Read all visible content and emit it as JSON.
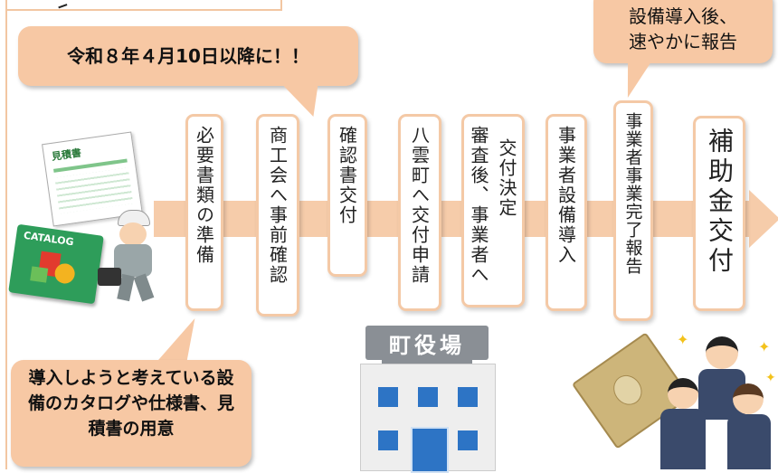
{
  "top_callout": {
    "text": "令和８年４月10日以降に！！"
  },
  "report_callout": {
    "line1": "設備導入後、",
    "line2": "速やかに報告"
  },
  "bottom_callout": {
    "text": "導入しようと考えている設備のカタログや仕様書、見積書の用意"
  },
  "steps": [
    {
      "label": "必要書類の準備"
    },
    {
      "label": "商工会へ事前確認"
    },
    {
      "label": "確認書交付"
    },
    {
      "label": "八雲町へ交付申請"
    },
    {
      "label_col1": "審査後、事業者へ",
      "label_col2": "交付決定"
    },
    {
      "label": "事業者設備導入"
    },
    {
      "label": "事業者事業完了報告"
    },
    {
      "label": "補助金交付"
    }
  ],
  "illustrations": {
    "estimate_doc": "見積書",
    "catalog": "CATALOG",
    "town_hall_sign": "町役場"
  },
  "colors": {
    "accent": "#f6ccaa",
    "callout": "#f7c8a4",
    "step_border": "#f4c9a6",
    "building": "#2d74c5"
  }
}
